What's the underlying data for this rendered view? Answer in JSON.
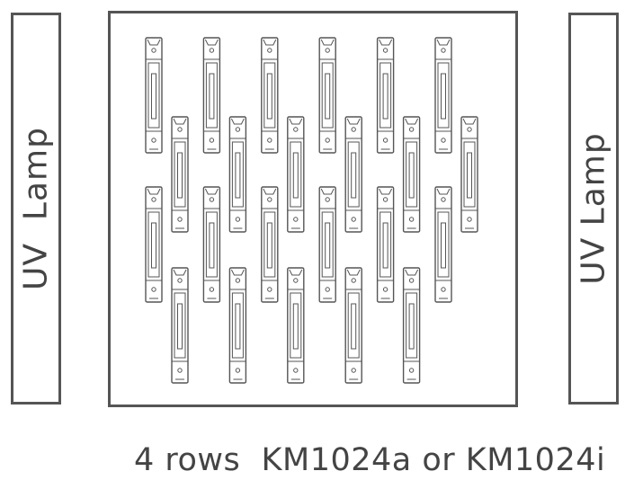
{
  "lamps": {
    "left_label": "UV  Lamp",
    "right_label": "UV Lamp"
  },
  "caption": "4 rows  KM1024a or KM1024i",
  "printheads": {
    "rows": 4,
    "row_counts": [
      6,
      6,
      6,
      5
    ]
  },
  "colors": {
    "outline": "#555555",
    "text": "#444444"
  }
}
